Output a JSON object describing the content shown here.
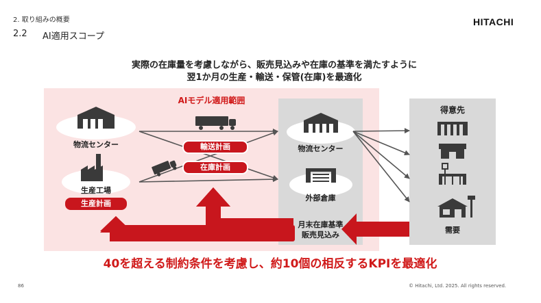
{
  "header": {
    "breadcrumb": "2. 取り組みの概要",
    "section_number": "2.2",
    "section_title": "AI適用スコープ",
    "logo_text": "HITACHI"
  },
  "headline": {
    "line1": "実際の在庫量を考慮しながら、販売見込みや在庫の基準を満たすように",
    "line2": "翌1か月の生産・輸送・保管(在庫)を最適化"
  },
  "ai_scope": {
    "label": "AIモデル適用範囲",
    "logistics_center": "物流センター",
    "factory": "生産工場",
    "production_plan": "生産計画",
    "transport_plan": "輸送計画",
    "inventory_plan": "在庫計画"
  },
  "middle": {
    "logistics_center": "物流センター",
    "external_warehouse": "外部倉庫",
    "kpi_line1": "月末在庫基準",
    "kpi_line2": "販売見込み"
  },
  "customers": {
    "title": "得意先",
    "demand": "需要"
  },
  "bottom_message": "40を超える制約条件を考慮し、約10個の相反するKPIを最適化",
  "footer": {
    "page": "86",
    "copyright": "© Hitachi, Ltd. 2025. All rights reserved."
  },
  "colors": {
    "accent_red": "#c8161d",
    "zone_pink": "#fbe3e3",
    "zone_gray": "#d9d9d9",
    "icon_dark": "#3a3a3a"
  }
}
